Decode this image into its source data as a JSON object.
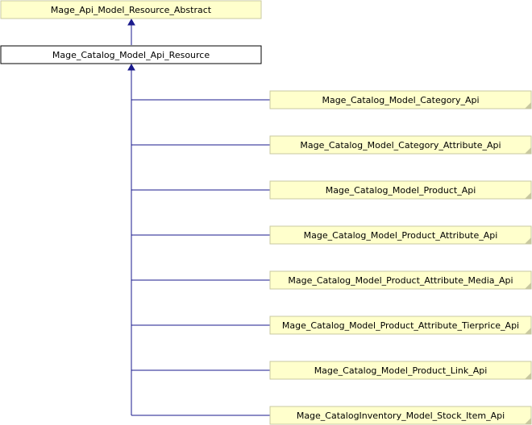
{
  "diagram": {
    "base_class": "Mage_Api_Model_Resource_Abstract",
    "current_class": "Mage_Catalog_Model_Api_Resource",
    "derived_classes": [
      "Mage_Catalog_Model_Category_Api",
      "Mage_Catalog_Model_Category_Attribute_Api",
      "Mage_Catalog_Model_Product_Api",
      "Mage_Catalog_Model_Product_Attribute_Api",
      "Mage_Catalog_Model_Product_Attribute_Media_Api",
      "Mage_Catalog_Model_Product_Attribute_Tierprice_Api",
      "Mage_Catalog_Model_Product_Link_Api",
      "Mage_CatalogInventory_Model_Stock_Item_Api"
    ]
  },
  "colors": {
    "node_fill": "#ffffcc",
    "node_stroke": "#c8c8a0",
    "current_fill": "#ffffff",
    "current_stroke": "#000000",
    "edge": "#1a1a8c"
  }
}
